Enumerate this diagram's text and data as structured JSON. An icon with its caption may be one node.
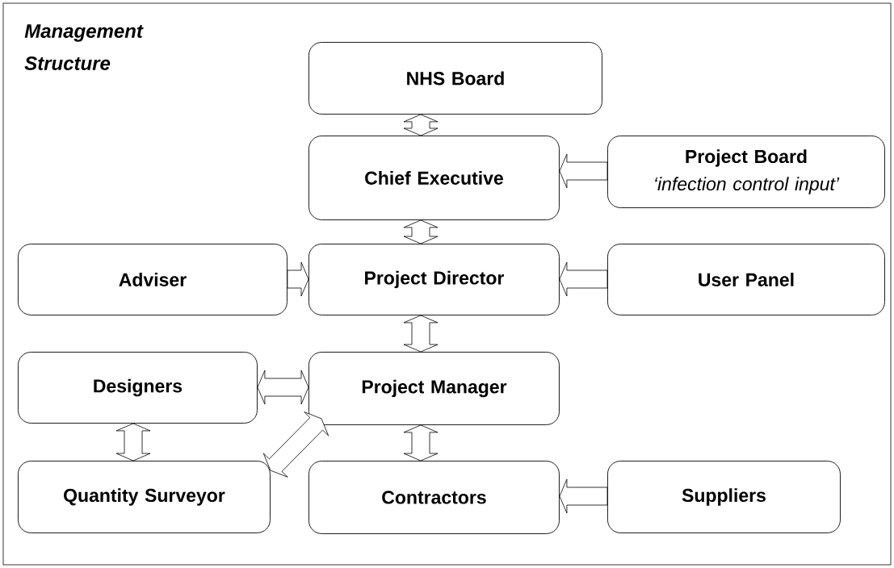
{
  "diagram": {
    "title": "Management Structure",
    "nodes": [
      {
        "text": [
          "NHS Board"
        ]
      },
      {
        "text": [
          "Chief Executive"
        ]
      },
      {
        "text": [
          "Project Board",
          "‘infection control input’"
        ]
      },
      {
        "text": [
          "Adviser"
        ]
      },
      {
        "text": [
          "Project Director"
        ]
      },
      {
        "text": [
          "User Panel"
        ]
      },
      {
        "text": [
          "Designers"
        ]
      },
      {
        "text": [
          "Project Manager"
        ]
      },
      {
        "text": [
          "Quantity Surveyor"
        ]
      },
      {
        "text": [
          "Contractors"
        ]
      },
      {
        "text": [
          "Suppliers"
        ]
      }
    ],
    "edges": [
      {
        "from": 0,
        "to": 1,
        "arrow": "both"
      },
      {
        "from": 2,
        "to": 1,
        "arrow": "to"
      },
      {
        "from": 1,
        "to": 4,
        "arrow": "both"
      },
      {
        "from": 3,
        "to": 4,
        "arrow": "to"
      },
      {
        "from": 5,
        "to": 4,
        "arrow": "to"
      },
      {
        "from": 4,
        "to": 7,
        "arrow": "both"
      },
      {
        "from": 6,
        "to": 7,
        "arrow": "both"
      },
      {
        "from": 7,
        "to": 8,
        "arrow": "both"
      },
      {
        "from": 6,
        "to": 8,
        "arrow": "both"
      },
      {
        "from": 7,
        "to": 9,
        "arrow": "both"
      },
      {
        "from": 10,
        "to": 9,
        "arrow": "to"
      }
    ]
  }
}
